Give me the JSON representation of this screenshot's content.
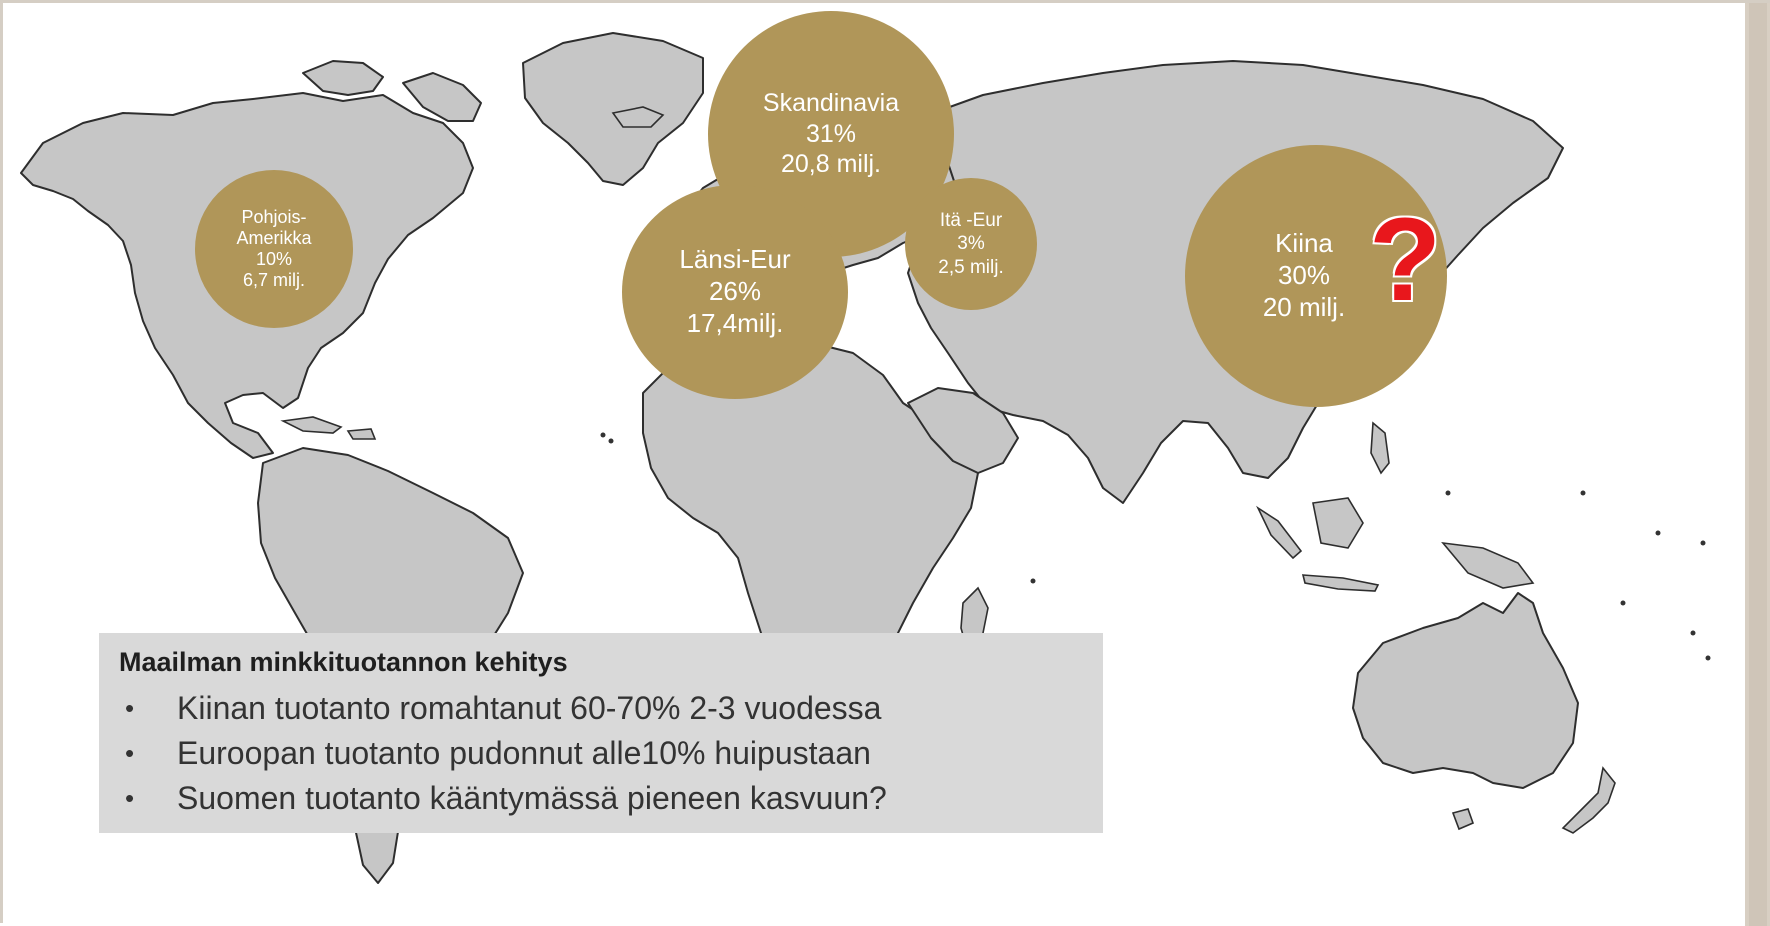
{
  "bubbles": {
    "skandinavia": {
      "name": "Skandinavia",
      "share": "31%",
      "amount": "20,8 milj."
    },
    "lansi_eur": {
      "name": "Länsi-Eur",
      "share": "26%",
      "amount": "17,4milj."
    },
    "ita_eur": {
      "name": "Itä -Eur",
      "share": "3%",
      "amount": "2,5 milj."
    },
    "pohjois_amerikka": {
      "name_line1": "Pohjois-",
      "name_line2": "Amerikka",
      "share": "10%",
      "amount": "6,7 milj."
    },
    "kiina": {
      "name": "Kiina",
      "share": "30%",
      "amount": "20 milj.",
      "mark": "?"
    }
  },
  "info_box": {
    "title": "Maailman minkkituotannon kehitys",
    "bullet_symbol": "•",
    "bullets": [
      "Kiinan tuotanto romahtanut 60-70% 2-3 vuodessa",
      "Euroopan tuotanto pudonnut alle10% huipustaan",
      "Suomen tuotanto kääntymässä pieneen kasvuun?"
    ]
  },
  "colors": {
    "bubble": "#b09659",
    "land": "#c6c6c6",
    "question_mark": "#e8171c",
    "info_box": "#d9d9d9"
  }
}
